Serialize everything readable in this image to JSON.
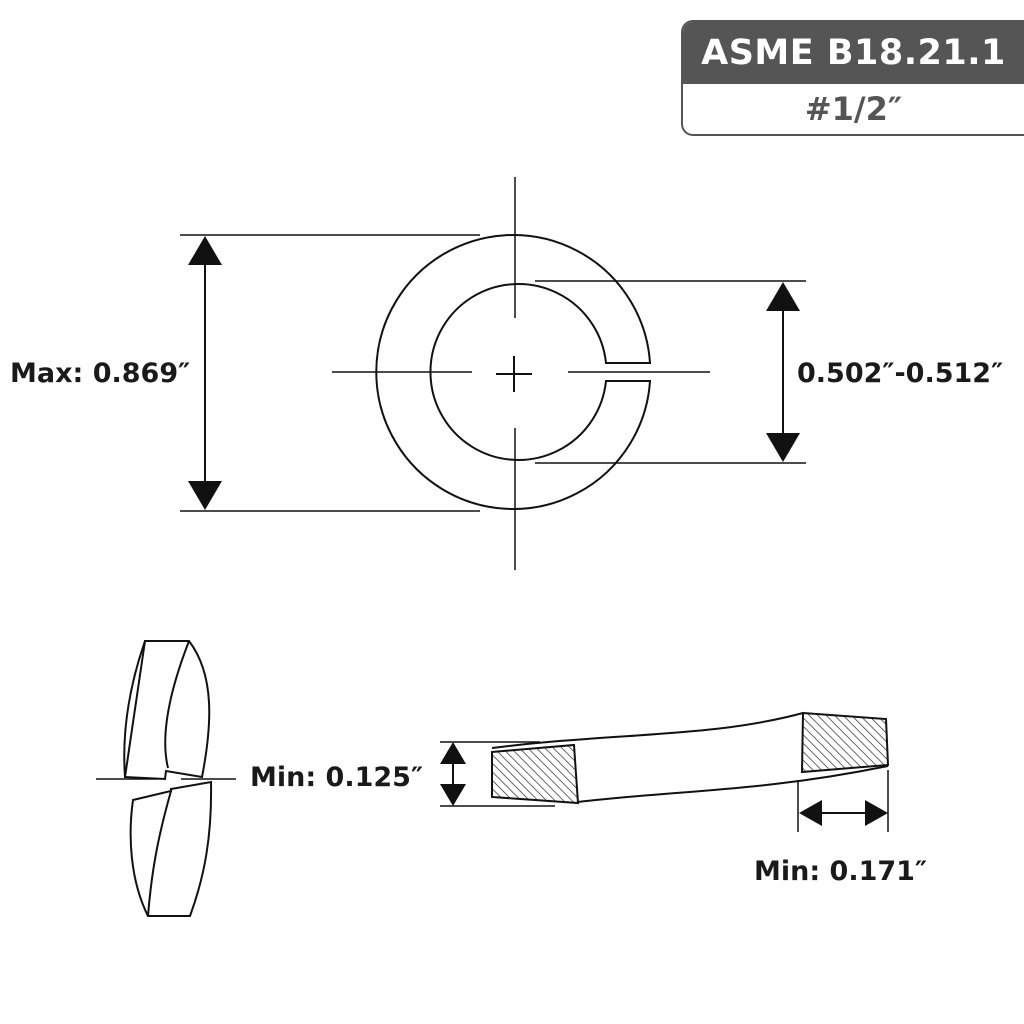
{
  "badge": {
    "standard": "ASME B18.21.1",
    "size": "#1/2″"
  },
  "dimensions": {
    "outer_diameter": "Max: 0.869″",
    "inner_diameter": "0.502″-0.512″",
    "thickness": "Min: 0.125″",
    "width": "Min: 0.171″"
  },
  "colors": {
    "line": "#111111",
    "badge_fill": "#555555",
    "badge_text": "#ffffff"
  }
}
